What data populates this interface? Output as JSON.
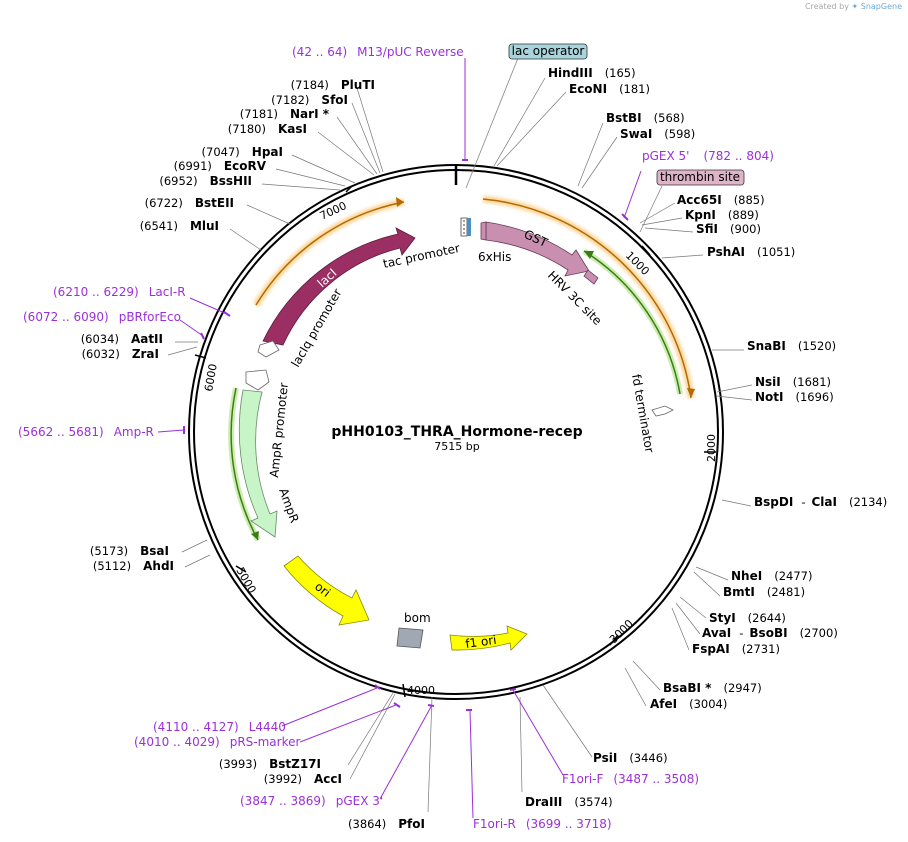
{
  "credit": {
    "prefix": "Created by",
    "brand": "SnapGene"
  },
  "plasmid": {
    "name": "pHH0103_THRA_Hormone-recep",
    "length_label": "7515 bp",
    "length": 7515
  },
  "ticks": [
    "1000",
    "2000",
    "3000",
    "4000",
    "5000",
    "6000",
    "7000"
  ],
  "features": [
    {
      "label": "lacI",
      "color": "#9b2f64"
    },
    {
      "label": "lacIq promoter",
      "color": "#ffffff"
    },
    {
      "label": "AmpR promoter",
      "color": "#ffffff"
    },
    {
      "label": "AmpR",
      "color": "#c8f5c8"
    },
    {
      "label": "ori",
      "color": "#ffff00"
    },
    {
      "label": "bom",
      "color": "#a0a8b4"
    },
    {
      "label": "f1 ori",
      "color": "#ffff00"
    },
    {
      "label": "fd terminator",
      "color": "#ffffff"
    },
    {
      "label": "GST",
      "color": "#c88fb0"
    },
    {
      "label": "6xHis",
      "color": "#c88fb0"
    },
    {
      "label": "tac promoter",
      "color": "#ffffff"
    },
    {
      "label": "HRV 3C site",
      "color": "#c88fb0"
    }
  ],
  "boxed_labels": {
    "lac_operator": "lac operator",
    "thrombin_site": "thrombin site"
  },
  "sites_right": [
    {
      "name": "HindIII",
      "pos": "(165)"
    },
    {
      "name": "EcoNI",
      "pos": "(181)"
    },
    {
      "name": "BstBI",
      "pos": "(568)"
    },
    {
      "name": "SwaI",
      "pos": "(598)"
    },
    {
      "name": "Acc65I",
      "pos": "(885)"
    },
    {
      "name": "KpnI",
      "pos": "(889)"
    },
    {
      "name": "SfiI",
      "pos": "(900)"
    },
    {
      "name": "PshAI",
      "pos": "(1051)"
    },
    {
      "name": "SnaBI",
      "pos": "(1520)"
    },
    {
      "name": "NsiI",
      "pos": "(1681)"
    },
    {
      "name": "NotI",
      "pos": "(1696)"
    },
    {
      "name": "BspDI",
      "sep": "-",
      "name2": "ClaI",
      "pos": "(2134)"
    },
    {
      "name": "NheI",
      "pos": "(2477)"
    },
    {
      "name": "BmtI",
      "pos": "(2481)"
    },
    {
      "name": "StyI",
      "pos": "(2644)"
    },
    {
      "name": "AvaI",
      "sep": "-",
      "name2": "BsoBI",
      "pos": "(2700)"
    },
    {
      "name": "FspAI",
      "pos": "(2731)"
    },
    {
      "name": "BsaBI *",
      "pos": "(2947)"
    },
    {
      "name": "AfeI",
      "pos": "(3004)"
    },
    {
      "name": "PsiI",
      "pos": "(3446)"
    },
    {
      "name": "DraIII",
      "pos": "(3574)"
    }
  ],
  "sites_left": [
    {
      "name": "PluTI",
      "pos": "(7184)"
    },
    {
      "name": "SfoI",
      "pos": "(7182)"
    },
    {
      "name": "NarI *",
      "pos": "(7181)"
    },
    {
      "name": "KasI",
      "pos": "(7180)"
    },
    {
      "name": "HpaI",
      "pos": "(7047)"
    },
    {
      "name": "EcoRV",
      "pos": "(6991)"
    },
    {
      "name": "BssHII",
      "pos": "(6952)"
    },
    {
      "name": "BstEII",
      "pos": "(6722)"
    },
    {
      "name": "MluI",
      "pos": "(6541)"
    },
    {
      "name": "AatII",
      "pos": "(6034)"
    },
    {
      "name": "ZraI",
      "pos": "(6032)"
    },
    {
      "name": "BsaI",
      "pos": "(5173)"
    },
    {
      "name": "AhdI",
      "pos": "(5112)"
    },
    {
      "name": "BstZ17I",
      "pos": "(3993)"
    },
    {
      "name": "AccI",
      "pos": "(3992)"
    },
    {
      "name": "PfoI",
      "pos": "(3864)"
    }
  ],
  "primers": [
    {
      "range": "(42 .. 64)",
      "name": "M13/pUC Reverse"
    },
    {
      "range": "(782 .. 804)",
      "name": "pGEX 5'"
    },
    {
      "range": "(6210 .. 6229)",
      "name": "LacI-R"
    },
    {
      "range": "(6072 .. 6090)",
      "name": "pBRforEco"
    },
    {
      "range": "(5662 .. 5681)",
      "name": "Amp-R"
    },
    {
      "range": "(4110 .. 4127)",
      "name": "L4440"
    },
    {
      "range": "(4010 .. 4029)",
      "name": "pRS-marker"
    },
    {
      "range": "(3847 .. 3869)",
      "name": "pGEX 3'"
    },
    {
      "range": "(3699 .. 3718)",
      "name": "F1ori-R"
    },
    {
      "range": "(3487 .. 3508)",
      "name": "F1ori-F"
    }
  ],
  "colors": {
    "primer": "#9b30d9",
    "backbone": "#000000",
    "orange_arc": "#f5a623",
    "green_arc": "#6aa83a"
  }
}
